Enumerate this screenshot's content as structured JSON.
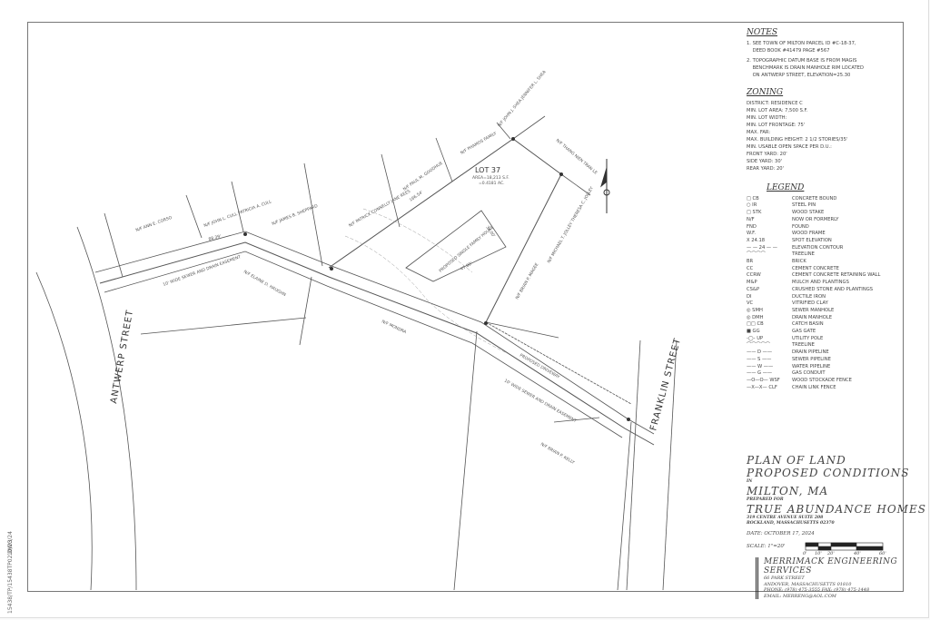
{
  "margin": {
    "date": "10/23/24",
    "file": "15438/TP/15438TP02.DWG"
  },
  "notes": {
    "title": "NOTES",
    "items": [
      "1. SEE TOWN OF MILTON PARCEL ID #C-18-37,\n    DEED BOOK #41479 PAGE #567",
      "2. TOPOGRAPHIC DATUM BASE IS FROM MAGIS\n    BENCHMARK IS DRAIN MANHOLE RIM LOCATED\n    ON ANTWERP STREET, ELEVATION=25.30"
    ]
  },
  "zoning": {
    "title": "ZONING",
    "items": [
      "DISTRICT: RESIDENCE C",
      "MIN. LOT AREA: 7,500 S.F.",
      "MIN. LOT WIDTH:",
      "MIN. LOT FRONTAGE: 75'",
      "MAX. FAR:",
      "MAX. BUILDING HEIGHT: 2 1/2 STORIES/35'",
      "MIN. USABLE OPEN SPACE PER D.U.:",
      "FRONT YARD: 20'",
      "SIDE YARD: 30'",
      "REAR YARD: 20'"
    ]
  },
  "legend": {
    "title": "LEGEND",
    "items": [
      {
        "symbol": "□ CB",
        "label": "CONCRETE BOUND"
      },
      {
        "symbol": "○ IR",
        "label": "STEEL PIN"
      },
      {
        "symbol": "□ STK",
        "label": "WOOD STAKE"
      },
      {
        "symbol": "N/F",
        "label": "NOW OR FORMERLY"
      },
      {
        "symbol": "FND",
        "label": "FOUND"
      },
      {
        "symbol": "W.F.",
        "label": "WOOD FRAME"
      },
      {
        "symbol": "X 24.18",
        "label": "SPOT ELEVATION"
      },
      {
        "symbol": "— — 24 — —",
        "label": "ELEVATION CONTOUR"
      },
      {
        "symbol": "⌒⌒⌒⌒",
        "label": "TREELINE"
      },
      {
        "symbol": "BR",
        "label": "BRICK"
      },
      {
        "symbol": "CC",
        "label": "CEMENT CONCRETE"
      },
      {
        "symbol": "CCRW",
        "label": "CEMENT CONCRETE RETAINING WALL"
      },
      {
        "symbol": "M&P",
        "label": "MULCH AND PLANTINGS"
      },
      {
        "symbol": "CS&P",
        "label": "CRUSHED STONE AND PLANTINGS"
      },
      {
        "symbol": "DI",
        "label": "DUCTILE IRON"
      },
      {
        "symbol": "VC",
        "label": "VITRIFIED CLAY"
      },
      {
        "symbol": "◎ SMH",
        "label": "SEWER MANHOLE"
      },
      {
        "symbol": "◎ DMH",
        "label": "DRAIN MANHOLE"
      },
      {
        "symbol": "□□ CB",
        "label": "CATCH BASIN"
      },
      {
        "symbol": "■ GG",
        "label": "GAS GATE"
      },
      {
        "symbol": "-◯- UP",
        "label": "UTILITY POLE"
      },
      {
        "symbol": "⌒⌒⌒⌒⌒",
        "label": "TREELINE"
      },
      {
        "symbol": "—— D ——",
        "label": "DRAIN PIPELINE"
      },
      {
        "symbol": "—— S ——",
        "label": "SEWER PIPELINE"
      },
      {
        "symbol": "—— W ——",
        "label": "WATER PIPELINE"
      },
      {
        "symbol": "—— G ——",
        "label": "GAS CONDUIT"
      },
      {
        "symbol": "—o—o— WSF",
        "label": "WOOD STOCKADE FENCE"
      },
      {
        "symbol": "—x—x— CLF",
        "label": "CHAIN LINK FENCE"
      }
    ]
  },
  "title_block": {
    "line1": "PLAN OF LAND",
    "line2": "PROPOSED CONDITIONS",
    "in": "IN",
    "town": "MILTON, MA",
    "prepared_for": "PREPARED FOR",
    "client": "TRUE ABUNDANCE HOMES",
    "client_addr1": "319 CENTRE AVENUE SUITE 208",
    "client_addr2": "ROCKLAND, MASSACHUSETTS 02370",
    "date": "DATE: OCTOBER 17, 2024",
    "scale": "SCALE: 1\"=20'",
    "scale_ticks": [
      "0'",
      "10'",
      "20'",
      "40'",
      "60'"
    ]
  },
  "engineer": {
    "name": "MERRIMACK ENGINEERING SERVICES",
    "street": "66 PARK STREET",
    "city": "ANDOVER, MASSACHUSETTS 01810",
    "phone": "PHONE: (978) 475-3555    FAX: (978) 475-1448",
    "email": "EMAIL: MERRENG@AOL.COM"
  },
  "plan": {
    "antwerp": "ANTWERP STREET",
    "franklin": "FRANKLIN STREET",
    "lot": "LOT 37",
    "area1": "AREA=18,213 S.F.",
    "area2": "=0.4181 AC.",
    "house": "PROPOSED SINGLE FAMILY HOUSE",
    "house_dim1": "34.00'",
    "house_dim2": "47.00'",
    "driveway": "PROPOSED DRIVEWAY",
    "easement1": "10' WIDE SEWER AND DRAIN EASEMENT",
    "easement2": "10' WIDE SEWER AND DRAIN EASEMENT",
    "abutters": [
      "N/F ANN E. CORSO",
      "N/F JOHN L. CULL PATRICIA A. CULL",
      "N/F JAMES B. SHEPPARD",
      "N/F PATRICK CONNELLY JANE REES",
      "N/F PAUL M. GOODHUE",
      "N/F PHAMOS FAMILY",
      "N/F JOHN J. SHEA JENNIFER L. SHEA",
      "N/F THANG NIEN TRAN LE",
      "N/F MICHAEL T. JOLLEY THERESA C. JOLLEY",
      "N/F BRIAN P. MAGEE",
      "N/F ELAINE D. HAUGHN",
      "N/F MONDRA",
      "N/F BRIAN P. KELLY"
    ],
    "dim_left": "88.39'",
    "dim_lot": "166.54'"
  }
}
